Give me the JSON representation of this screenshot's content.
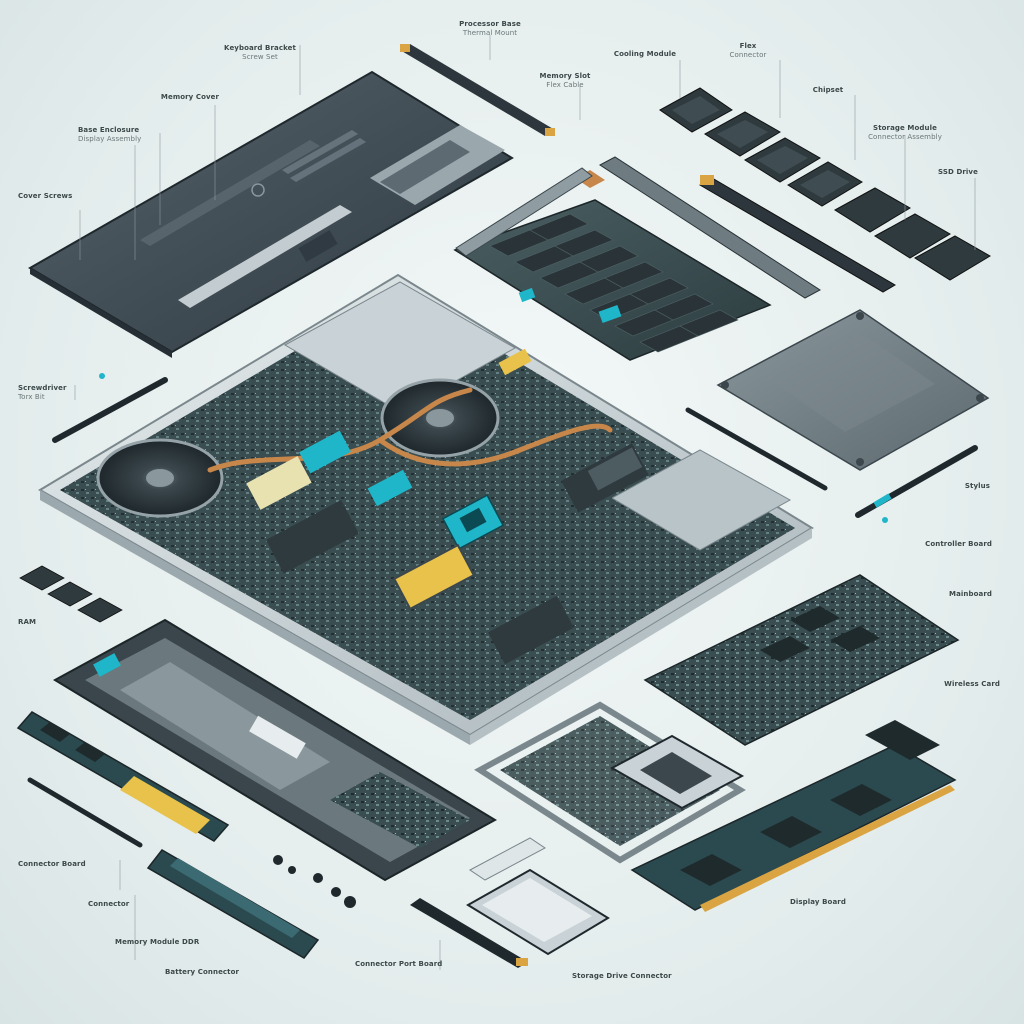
{
  "palette": {
    "background": "#e6eeee",
    "chassis_dark": "#3e4a52",
    "chassis_mid": "#5d6a72",
    "aluminum": "#c9d2d6",
    "pcb": "#3f5356",
    "chip": "#2a3438",
    "accent_teal": "#1fb6c9",
    "accent_yellow": "#e8c24a",
    "copper": "#c8874a"
  },
  "labels": [
    {
      "id": "lbl-top-center",
      "line1": "Processor Base",
      "line2": "Thermal Mount"
    },
    {
      "id": "lbl-top-left",
      "line1": "Keyboard Bracket",
      "line2": "Screw Set"
    },
    {
      "id": "lbl-top-left-2",
      "line1": "Memory Cover",
      "line2": ""
    },
    {
      "id": "lbl-left-1",
      "line1": "Base Enclosure",
      "line2": "Display Assembly"
    },
    {
      "id": "lbl-left-2",
      "line1": "Cover Screws",
      "line2": ""
    },
    {
      "id": "lbl-strip",
      "line1": "Memory Slot",
      "line2": "Flex Cable"
    },
    {
      "id": "lbl-top-right-1",
      "line1": "Cooling Module",
      "line2": ""
    },
    {
      "id": "lbl-top-right-2",
      "line1": "Flex",
      "line2": "Connector"
    },
    {
      "id": "lbl-right-1",
      "line1": "Chipset",
      "line2": ""
    },
    {
      "id": "lbl-right-2",
      "line1": "Storage Module",
      "line2": "Connector Assembly"
    },
    {
      "id": "lbl-right-3",
      "line1": "SSD Drive",
      "line2": ""
    },
    {
      "id": "lbl-driver",
      "line1": "Screwdriver",
      "line2": "Torx Bit"
    },
    {
      "id": "lbl-right-4",
      "line1": "Stylus",
      "line2": ""
    },
    {
      "id": "lbl-right-5",
      "line1": "Controller Board",
      "line2": ""
    },
    {
      "id": "lbl-right-6",
      "line1": "Mainboard",
      "line2": ""
    },
    {
      "id": "lbl-right-7",
      "line1": "Wireless Card",
      "line2": ""
    },
    {
      "id": "lbl-ram",
      "line1": "RAM",
      "line2": ""
    },
    {
      "id": "lbl-left-4",
      "line1": "Connector Board",
      "line2": ""
    },
    {
      "id": "lbl-left-5",
      "line1": "Connector",
      "line2": ""
    },
    {
      "id": "lbl-left-6",
      "line1": "Memory Module DDR",
      "line2": ""
    },
    {
      "id": "lbl-left-7",
      "line1": "Battery Connector",
      "line2": ""
    },
    {
      "id": "lbl-bottom-1",
      "line1": "Connector Port Board",
      "line2": ""
    },
    {
      "id": "lbl-bottom-2",
      "line1": "Storage Drive Connector",
      "line2": ""
    },
    {
      "id": "lbl-bottom-right",
      "line1": "Display Board",
      "line2": ""
    }
  ]
}
